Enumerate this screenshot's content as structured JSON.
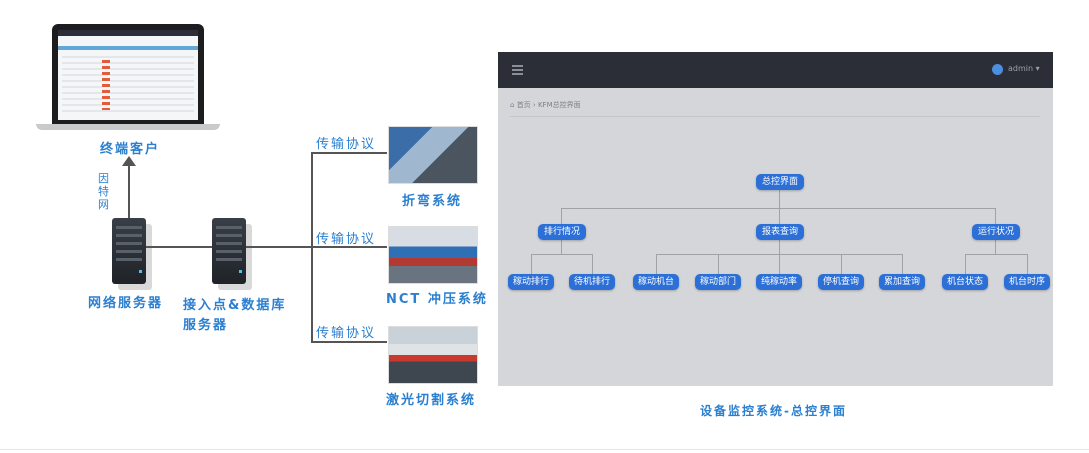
{
  "client": {
    "label": "终端客户"
  },
  "network_server": {
    "label": "网络服务器",
    "link_label": "因特网"
  },
  "gateway_server": {
    "label_line1": "接入点&数据库",
    "label_line2": "服务器"
  },
  "protocol_label": "传输协议",
  "systems": [
    {
      "label": "折弯系统"
    },
    {
      "label": "NCT 冲压系统"
    },
    {
      "label": "激光切割系统"
    }
  ],
  "dashboard": {
    "user": "admin",
    "breadcrumb_home": "首页",
    "breadcrumb_sep": "›",
    "breadcrumb_current": "KFM总控界面",
    "caption": "设备监控系统-总控界面",
    "tree": {
      "root": "总控界面",
      "groups": [
        {
          "label": "排行情况",
          "children": [
            "稼动排行",
            "待机排行"
          ]
        },
        {
          "label": "报表查询",
          "children": [
            "稼动机台",
            "稼动部门",
            "纯稼动率",
            "停机查询",
            "累加查询"
          ]
        },
        {
          "label": "运行状况",
          "children": [
            "机台状态",
            "机台时序"
          ]
        }
      ]
    }
  },
  "colors": {
    "accent": "#2a7fd0",
    "node": "#2c6fd6",
    "topbar": "#2b2d37"
  }
}
